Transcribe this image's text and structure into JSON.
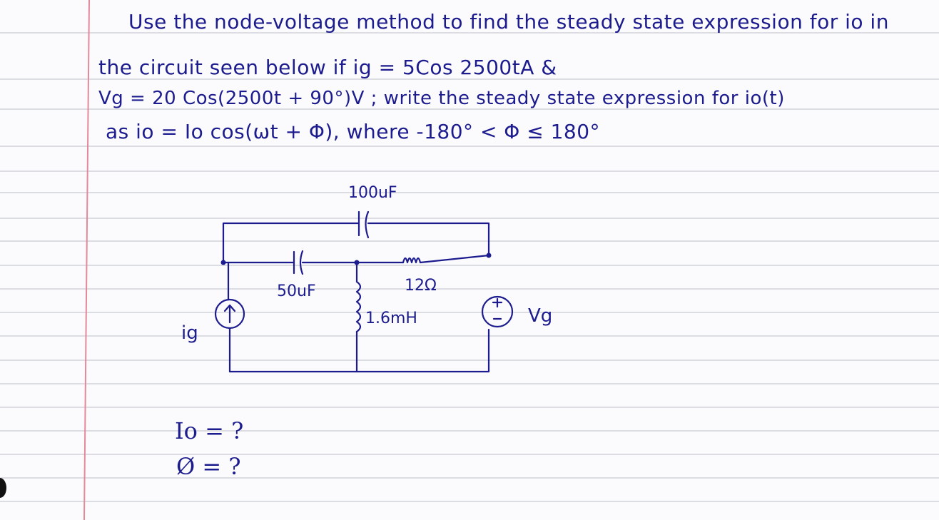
{
  "problem": {
    "line1": "Use the node-voltage method to find the steady state expression for io in",
    "line2": "the circuit seen below if ig = 5Cos 2500tA &",
    "line3": "Vg = 20 Cos(2500t + 90°)V ; write the steady state expression for io(t)",
    "line4": "as  io = Io cos(ωt + Φ), where  -180° < Φ ≤ 180°"
  },
  "circuit": {
    "cap_top": "100uF",
    "cap_mid": "50uF",
    "resistor": "12Ω",
    "inductor": "1.6mH",
    "current_source": "ig",
    "voltage_source": "Vg"
  },
  "questions": {
    "io": "Io = ?",
    "phi": "Ø = ?"
  },
  "colors": {
    "ink": "#1c1c8f",
    "rule_line": "#c9cad4",
    "margin_line": "#e3899a"
  }
}
